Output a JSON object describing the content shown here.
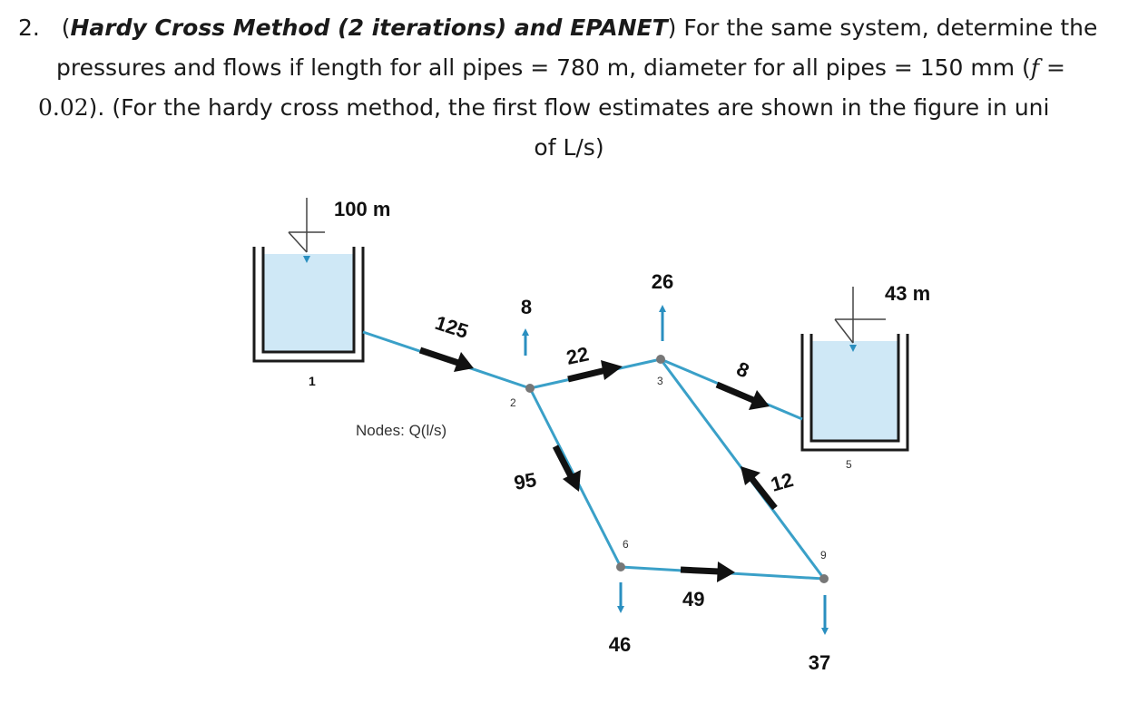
{
  "question": {
    "number": "2.",
    "title": "Hardy Cross Method (2 iterations) and EPANET",
    "text_after_title": " For the same system, determine the",
    "line2": "pressures and flows if length for all pipes = 780 m, diameter for all pipes = 150 mm (",
    "f_symbol": "f",
    "equals": " =",
    "line3_value": "0.02",
    "line3_rest": ").  (For the hardy cross method, the first flow estimates are shown in the figure in uni",
    "line4": "of L/s)"
  },
  "diagram": {
    "reservoir_left": {
      "elevation": "100 m",
      "node": "1"
    },
    "reservoir_right": {
      "elevation": "43 m",
      "node": "5"
    },
    "legend": "Nodes: Q(l/s)",
    "nodes": [
      "2",
      "3",
      "6",
      "9"
    ],
    "demands": {
      "node2": "8",
      "node3": "26",
      "node6": "46",
      "node9": "37"
    },
    "pipe_flows": {
      "p1_2": "125",
      "p2_3": "22",
      "p3_5": "8",
      "p2_6": "95",
      "p6_9": "49",
      "p9_3": "12"
    },
    "colors": {
      "pipe": "#3aa0c8",
      "water": "#cfe8f6",
      "arrow": "#111111",
      "demand_arrow": "#2a8fc0"
    }
  }
}
